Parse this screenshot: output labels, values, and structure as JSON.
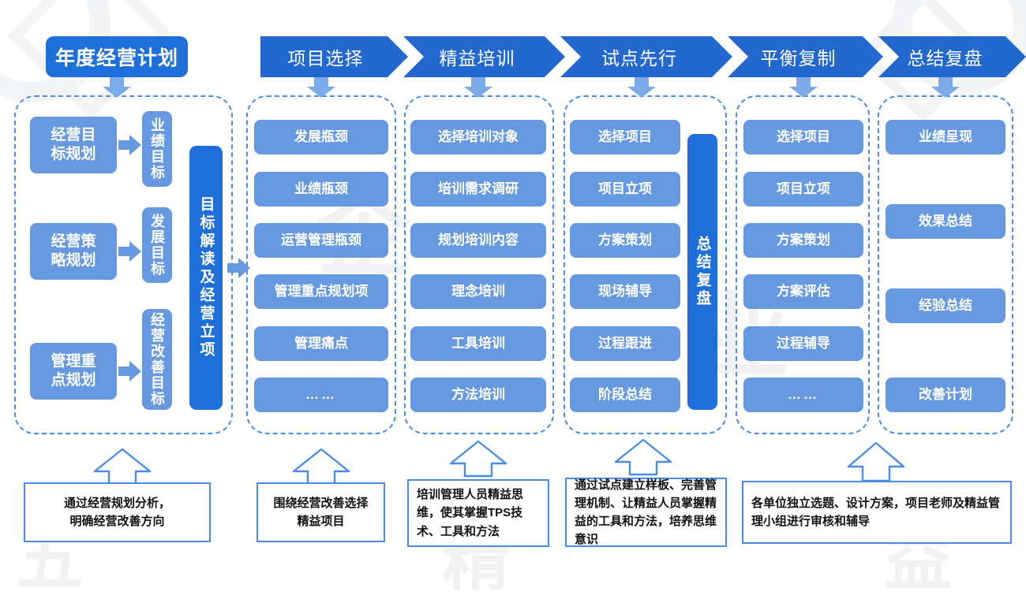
{
  "diagram": {
    "plan_title": "年度经营计划",
    "phases": [
      {
        "id": "p1",
        "label": "项目选择"
      },
      {
        "id": "p2",
        "label": "精益培训"
      },
      {
        "id": "p3",
        "label": "试点先行"
      },
      {
        "id": "p4",
        "label": "平衡复制"
      },
      {
        "id": "p5",
        "label": "总结复盘"
      }
    ],
    "columns": [
      {
        "id": "col-plan",
        "kind": "planning",
        "pairs": [
          {
            "source": "经营目\n标规划",
            "target": "业绩目标"
          },
          {
            "source": "经营策\n略规划",
            "target": "发展目标"
          },
          {
            "source": "管理重\n点规划",
            "target": "经营改善目标"
          }
        ],
        "side_bar": "目标解读及经营立项"
      },
      {
        "id": "col-select",
        "kind": "list",
        "items": [
          "发展瓶颈",
          "业绩瓶颈",
          "运营管理瓶颈",
          "管理重点规划项",
          "管理痛点",
          "……"
        ]
      },
      {
        "id": "col-train",
        "kind": "list",
        "items": [
          "选择培训对象",
          "培训需求调研",
          "规划培训内容",
          "理念培训",
          "工具培训",
          "方法培训"
        ]
      },
      {
        "id": "col-pilot",
        "kind": "list-with-bar",
        "items": [
          "选择项目",
          "项目立项",
          "方案策划",
          "现场辅导",
          "过程跟进",
          "阶段总结"
        ],
        "side_bar": "总结复盘"
      },
      {
        "id": "col-replicate",
        "kind": "list",
        "items": [
          "选择项目",
          "项目立项",
          "方案策划",
          "方案评估",
          "过程辅导",
          "……"
        ]
      },
      {
        "id": "col-review",
        "kind": "sparse-list",
        "items": [
          "业绩呈现",
          "效果总结",
          "经验总结",
          "改善计划"
        ]
      }
    ],
    "captions": [
      {
        "id": "cap1",
        "text": "通过经营规划分析，\n明确经营改善方向",
        "align": "center"
      },
      {
        "id": "cap2",
        "text": "围绕经营改善选择\n精益项目",
        "align": "center"
      },
      {
        "id": "cap3",
        "text": "培训管理人员精益思维，使其掌握TPS技术、工具和方法",
        "align": "left"
      },
      {
        "id": "cap4",
        "text": "通过试点建立样板、完善管理机制、让精益人员掌握精益的工具和方法，培养思维意识",
        "align": "left"
      },
      {
        "id": "cap5",
        "text": "各单位独立选题、设计方案，项目老师及精益管理小组进行审核和辅导",
        "align": "left"
      }
    ],
    "colors": {
      "dark_blue": "#1e6fd9",
      "chevron_blue": "#2268cf",
      "pill_blue": "#6699e0",
      "arrow_blue": "#7babe8",
      "dash_border": "#4b8ce8",
      "caption_border": "#4b8ce8",
      "background": "#ffffff"
    }
  }
}
